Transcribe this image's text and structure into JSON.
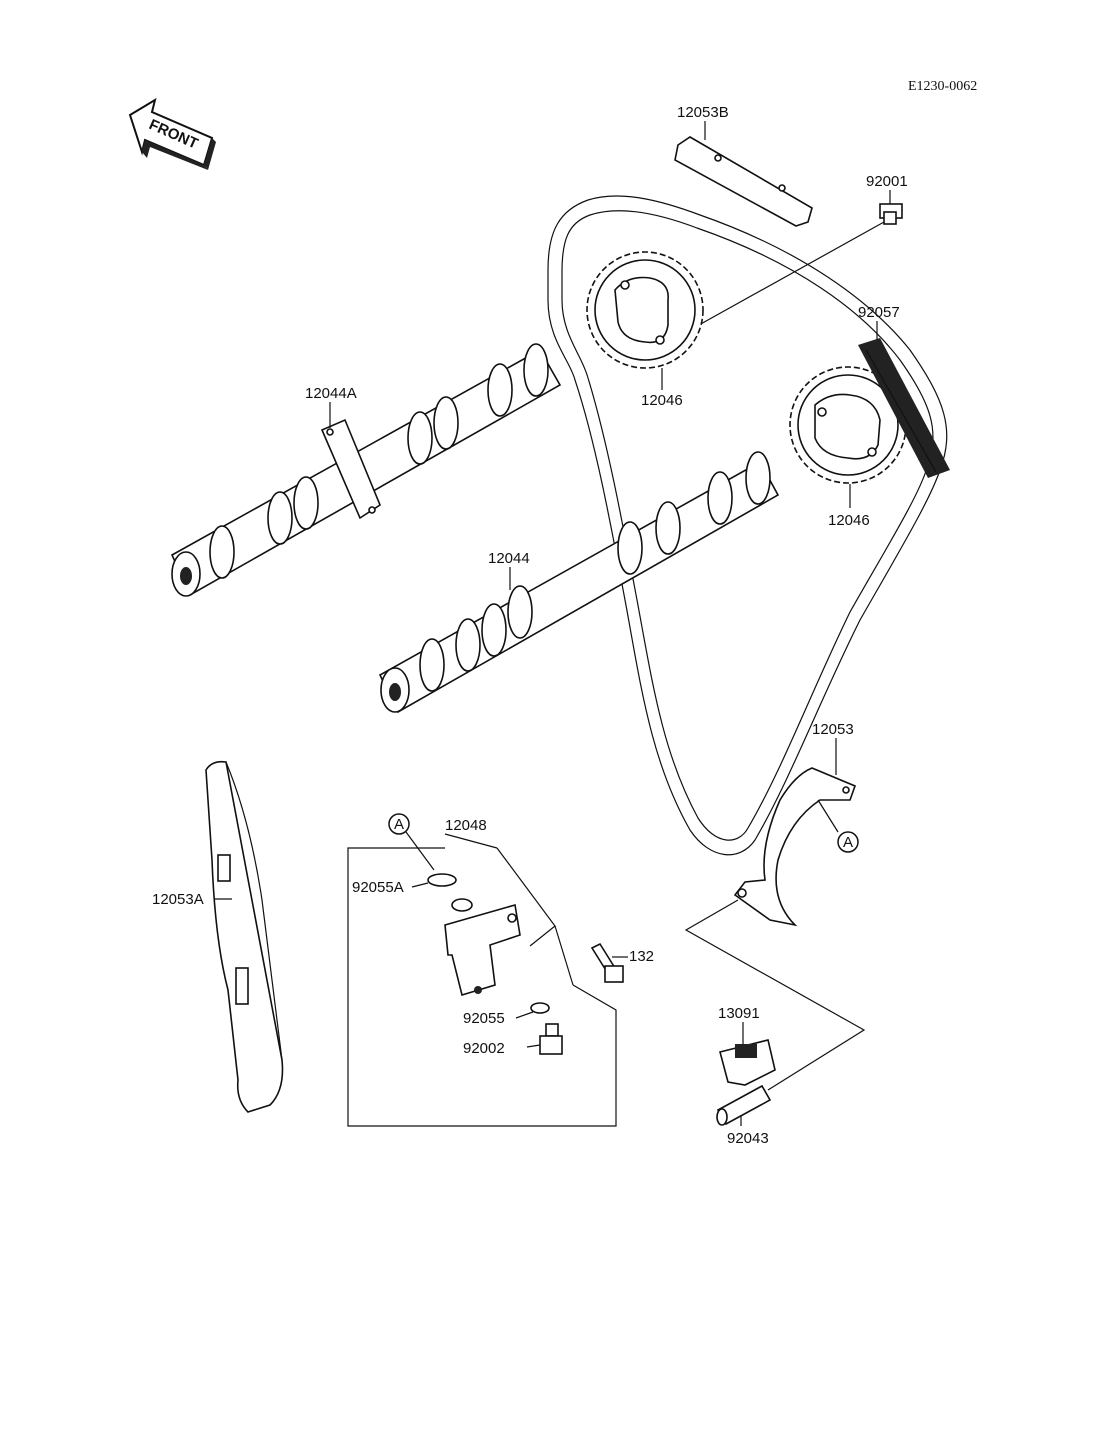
{
  "diagram_code": "E1230-0062",
  "front_arrow": {
    "text": "FRONT",
    "icon": "front-arrow-icon"
  },
  "callout_marker": "A",
  "labels": {
    "p12053B": "12053B",
    "p92001": "92001",
    "p92057": "92057",
    "p12046_top": "12046",
    "p12046_bottom": "12046",
    "p12044A": "12044A",
    "p12044": "12044",
    "p12053": "12053",
    "p12053A": "12053A",
    "p12048": "12048",
    "p92055A": "92055A",
    "p132": "132",
    "p92055": "92055",
    "p92002": "92002",
    "p13091": "13091",
    "p92043": "92043"
  }
}
